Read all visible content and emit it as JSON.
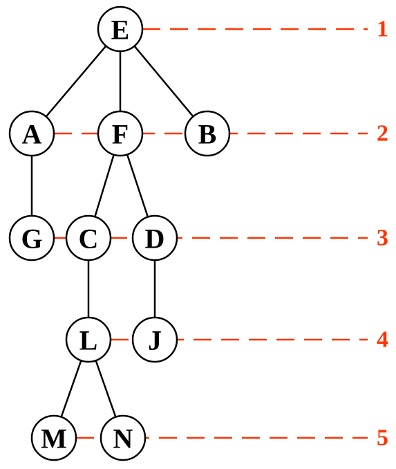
{
  "colors": {
    "node_stroke": "#000000",
    "edge": "#000000",
    "level_line": "#ff3300",
    "level_label": "#ff3300",
    "background": "#ffffff"
  },
  "tree": {
    "nodes": [
      {
        "id": "E",
        "label": "E",
        "level": 1
      },
      {
        "id": "A",
        "label": "A",
        "level": 2
      },
      {
        "id": "F",
        "label": "F",
        "level": 2
      },
      {
        "id": "B",
        "label": "B",
        "level": 2
      },
      {
        "id": "G",
        "label": "G",
        "level": 3
      },
      {
        "id": "C",
        "label": "C",
        "level": 3
      },
      {
        "id": "D",
        "label": "D",
        "level": 3
      },
      {
        "id": "L",
        "label": "L",
        "level": 4
      },
      {
        "id": "J",
        "label": "J",
        "level": 4
      },
      {
        "id": "M",
        "label": "M",
        "level": 5
      },
      {
        "id": "N",
        "label": "N",
        "level": 5
      }
    ],
    "edges": [
      [
        "E",
        "A"
      ],
      [
        "E",
        "F"
      ],
      [
        "E",
        "B"
      ],
      [
        "A",
        "G"
      ],
      [
        "F",
        "C"
      ],
      [
        "F",
        "D"
      ],
      [
        "C",
        "L"
      ],
      [
        "D",
        "J"
      ],
      [
        "L",
        "M"
      ],
      [
        "L",
        "N"
      ]
    ]
  },
  "levels": [
    {
      "level": 1,
      "label": "1"
    },
    {
      "level": 2,
      "label": "2"
    },
    {
      "level": 3,
      "label": "3"
    },
    {
      "level": 4,
      "label": "4"
    },
    {
      "level": 5,
      "label": "5"
    }
  ]
}
